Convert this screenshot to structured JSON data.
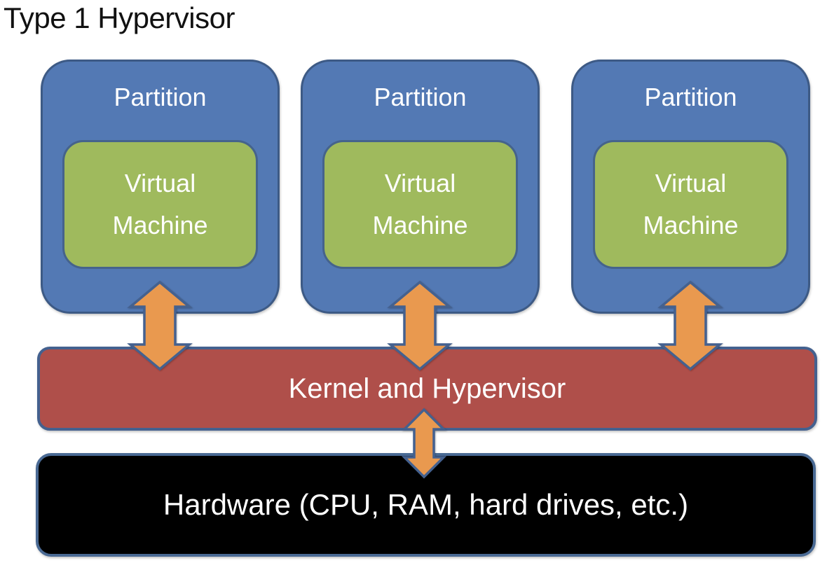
{
  "title": "Type 1 Hypervisor",
  "partitions": [
    {
      "label": "Partition",
      "vm_label": "Virtual\nMachine"
    },
    {
      "label": "Partition",
      "vm_label": "Virtual\nMachine"
    },
    {
      "label": "Partition",
      "vm_label": "Virtual\nMachine"
    }
  ],
  "kernel": {
    "label": "Kernel and Hypervisor"
  },
  "hardware": {
    "label": "Hardware (CPU, RAM, hard drives, etc.)"
  },
  "icons": {
    "partition_to_kernel_arrow": "double-headed-vertical-arrow",
    "kernel_to_hardware_arrow": "double-headed-vertical-arrow"
  },
  "colors": {
    "page_bg": "#FFFFFF",
    "title_color": "#111111",
    "partition_fill": "#5379B4",
    "partition_border": "#3D5A85",
    "vm_fill": "#9FBA5D",
    "vm_border": "#45638C",
    "kernel_fill": "#AF4F4A",
    "kernel_border": "#44618F",
    "hardware_fill": "#000000",
    "hardware_border": "#4A6A94",
    "arrow_fill": "#E9994F",
    "arrow_border": "#44618F",
    "label_color": "#FFFFFF"
  }
}
